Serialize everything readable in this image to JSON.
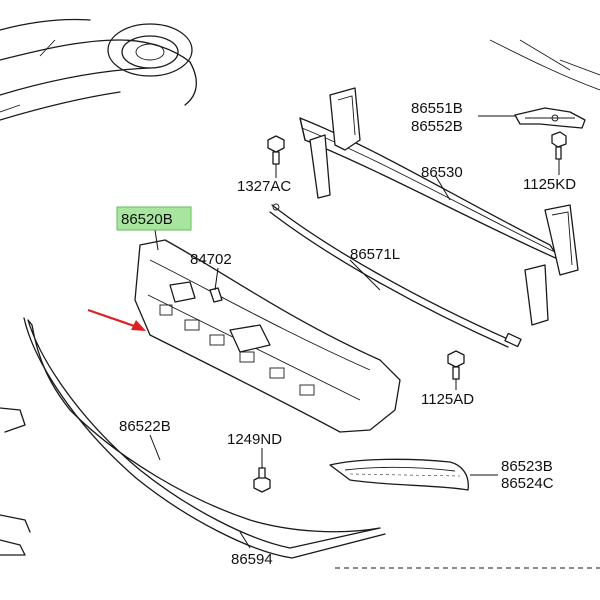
{
  "parts": {
    "p86520B": "86520B",
    "p84702": "84702",
    "p86551B": "86551B",
    "p86552B": "86552B",
    "p1327AC": "1327AC",
    "p86530": "86530",
    "p1125KD": "1125KD",
    "p86571L": "86571L",
    "p1125AD": "1125AD",
    "p86522B": "86522B",
    "p1249ND": "1249ND",
    "p86523B": "86523B",
    "p86524C": "86524C",
    "p86594": "86594"
  },
  "colors": {
    "highlight": "#a8e6a0",
    "arrow": "#e02020",
    "line": "#1a1a1a"
  }
}
